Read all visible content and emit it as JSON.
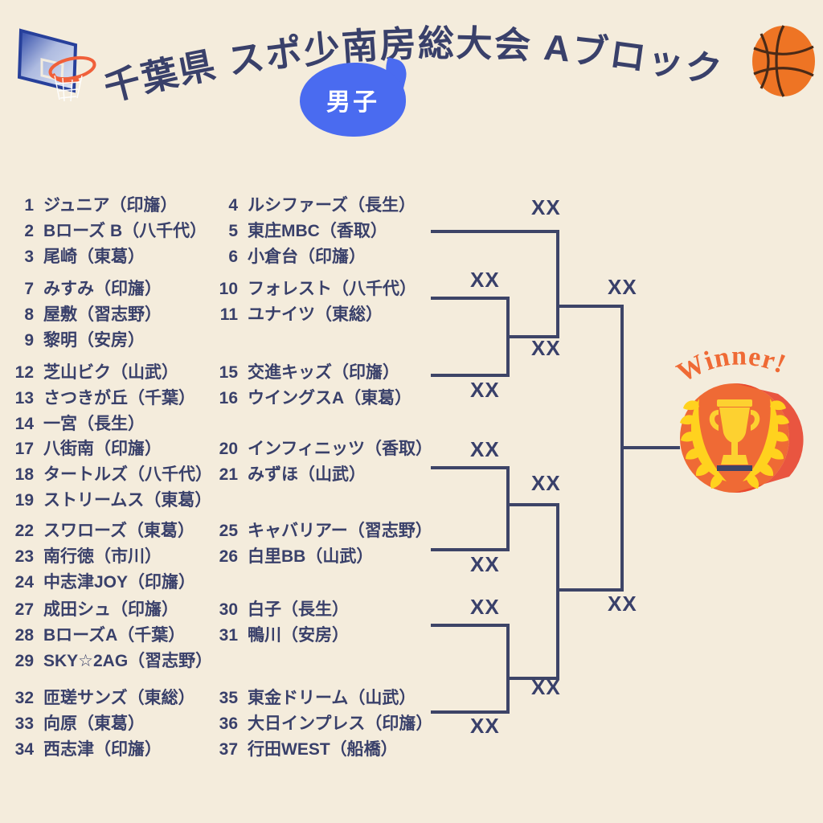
{
  "header": {
    "title": "千葉県 スポ少南房総大会 Aブロック",
    "badge_label": "男子",
    "hoop_icon": "basketball-hoop-icon",
    "ball_icon": "basketball-icon"
  },
  "teams": [
    {
      "no": "1",
      "name": "ジュニア（印旛）"
    },
    {
      "no": "2",
      "name": "Bローズ B（八千代）"
    },
    {
      "no": "3",
      "name": "尾崎（東葛）"
    },
    {
      "no": "4",
      "name": "ルシファーズ（長生）"
    },
    {
      "no": "5",
      "name": "東庄MBC（香取）"
    },
    {
      "no": "6",
      "name": "小倉台（印旛）"
    },
    {
      "no": "7",
      "name": "みすみ（印旛）"
    },
    {
      "no": "8",
      "name": "屋敷（習志野）"
    },
    {
      "no": "9",
      "name": "黎明（安房）"
    },
    {
      "no": "10",
      "name": "フォレスト（八千代）"
    },
    {
      "no": "11",
      "name": "ユナイツ（東総）"
    },
    {
      "no": "12",
      "name": "芝山ビク（山武）"
    },
    {
      "no": "13",
      "name": "さつきが丘（千葉）"
    },
    {
      "no": "14",
      "name": "一宮（長生）"
    },
    {
      "no": "15",
      "name": "交進キッズ（印旛）"
    },
    {
      "no": "16",
      "name": "ウイングスA（東葛）"
    },
    {
      "no": "17",
      "name": "八街南（印旛）"
    },
    {
      "no": "18",
      "name": "タートルズ（八千代）"
    },
    {
      "no": "19",
      "name": "ストリームス（東葛）"
    },
    {
      "no": "20",
      "name": "インフィニッツ（香取）"
    },
    {
      "no": "21",
      "name": "みずほ（山武）"
    },
    {
      "no": "22",
      "name": "スワローズ（東葛）"
    },
    {
      "no": "23",
      "name": "南行徳（市川）"
    },
    {
      "no": "24",
      "name": "中志津JOY（印旛）"
    },
    {
      "no": "25",
      "name": "キャバリアー（習志野）"
    },
    {
      "no": "26",
      "name": "白里BB（山武）"
    },
    {
      "no": "27",
      "name": "成田シュ（印旛）"
    },
    {
      "no": "28",
      "name": "BローズA（千葉）"
    },
    {
      "no": "29",
      "name": "SKY☆2AG（習志野）"
    },
    {
      "no": "30",
      "name": "白子（長生）"
    },
    {
      "no": "31",
      "name": "鴨川（安房）"
    },
    {
      "no": "32",
      "name": "匝瑳サンズ（東総）"
    },
    {
      "no": "33",
      "name": "向原（東葛）"
    },
    {
      "no": "34",
      "name": "西志津（印旛）"
    },
    {
      "no": "35",
      "name": "東金ドリーム（山武）"
    },
    {
      "no": "36",
      "name": "大日インプレス（印旛）"
    },
    {
      "no": "37",
      "name": "行田WEST（船橋）"
    }
  ],
  "bracket": {
    "match_placeholder": "XX",
    "matches": [
      {
        "id": "m1",
        "label": "XX"
      },
      {
        "id": "m2",
        "label": "XX"
      },
      {
        "id": "m3",
        "label": "XX"
      },
      {
        "id": "m4",
        "label": "XX"
      },
      {
        "id": "m5",
        "label": "XX"
      },
      {
        "id": "m6",
        "label": "XX"
      },
      {
        "id": "m7",
        "label": "XX"
      },
      {
        "id": "m8",
        "label": "XX"
      },
      {
        "id": "m9",
        "label": "XX"
      },
      {
        "id": "m10",
        "label": "XX"
      },
      {
        "id": "m11",
        "label": "XX"
      },
      {
        "id": "m12",
        "label": "XX"
      },
      {
        "id": "m13",
        "label": "XX"
      },
      {
        "id": "m14",
        "label": "XX"
      }
    ]
  },
  "winner": {
    "label": "Winner!",
    "icon": "trophy-laurel-badge-icon"
  },
  "colors": {
    "background": "#f4ecdc",
    "ink": "#39406a",
    "line": "#3d4467",
    "badge_blue": "#4a6bf0",
    "winner_orange": "#ef6a35",
    "winner_orange_dark": "#e8452f",
    "trophy_gold": "#fdd130"
  }
}
